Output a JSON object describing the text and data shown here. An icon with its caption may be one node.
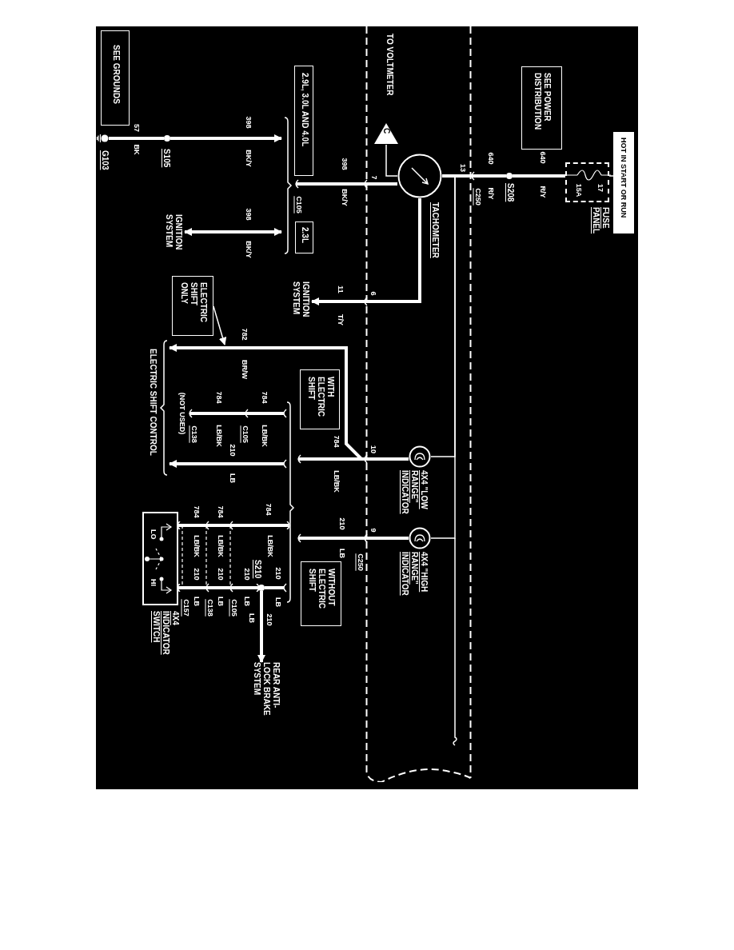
{
  "diagram": {
    "nodes": [
      {
        "text": [
          "HOT IN START OR RUN"
        ]
      },
      {
        "text": [
          "FUSE PANEL"
        ]
      },
      {
        "text": [
          "SEE POWER DISTRIBUTION"
        ]
      },
      {
        "text": [
          "S208"
        ]
      },
      {
        "text": [],
        "shape": "box"
      },
      {
        "text": [
          "TACHOMETER"
        ],
        "in": 4
      },
      {
        "text": [
          "C"
        ],
        "beside": [
          "TO VOLTMETER"
        ],
        "in": 4
      },
      {
        "text": [
          "4X4 \"LOW RANGE\" INDICATOR"
        ],
        "in": 4
      },
      {
        "text": [
          "4X4 \"HIGH RANGE\" INDICATOR"
        ],
        "in": 4
      },
      {
        "text": [
          "2.9L, 3.0L AND 4.0L"
        ]
      },
      {
        "text": [
          "2.3L"
        ]
      },
      {
        "text": [
          "S105"
        ]
      },
      {
        "text": [
          "G103"
        ]
      },
      {
        "text": [
          "SEE GROUNDS"
        ]
      },
      {
        "text": [
          "IGNITION SYSTEM"
        ]
      },
      {
        "text": [
          "IGNITION SYSTEM"
        ]
      },
      {
        "text": [
          "ELECTRIC SHIFT ONLY"
        ]
      },
      {
        "text": [
          "WITH ELECTRIC SHIFT"
        ]
      },
      {
        "text": [
          "WITHOUT ELECTRIC SHIFT"
        ]
      },
      {
        "text": [
          "ELECTRIC SHIFT CONTROL"
        ]
      },
      {
        "text": [
          "S210"
        ]
      },
      {
        "text": [
          "REAR ANTI-LOCK BRAKE SYSTEM"
        ]
      },
      {
        "text": [
          "4X4 INDICATOR SWITCH",
          "LO",
          "HI"
        ]
      }
    ],
    "edges": [
      {
        "from": 0,
        "to": 1,
        "arrow": "none"
      },
      {
        "from": 1,
        "to": 3,
        "arrow": "none"
      },
      {
        "from": 3,
        "to": 5,
        "arrow": "none"
      },
      {
        "from": 3,
        "to": 7,
        "arrow": "none"
      },
      {
        "from": 3,
        "to": 8,
        "arrow": "none"
      },
      {
        "from": 6,
        "to": 5,
        "arrow": "none"
      },
      {
        "from": 5,
        "to": 15,
        "arrow": "to"
      },
      {
        "from": 5,
        "to": 9,
        "arrow": "none"
      },
      {
        "from": 11,
        "to": 9,
        "arrow": "to"
      },
      {
        "from": 10,
        "to": 14,
        "arrow": "both"
      },
      {
        "from": 11,
        "to": 12,
        "arrow": "none"
      },
      {
        "from": 7,
        "to": 19,
        "arrow": "to"
      },
      {
        "from": 7,
        "to": null,
        "arrow": "none"
      },
      {
        "from": 8,
        "to": null,
        "arrow": "none"
      },
      {
        "from": 16,
        "to": null,
        "arrow": "to"
      },
      {
        "from": null,
        "to": 19,
        "arrow": "to"
      },
      {
        "from": null,
        "to": 22,
        "arrow": "other"
      },
      {
        "from": null,
        "to": 20,
        "arrow": "none"
      },
      {
        "from": 20,
        "to": 22,
        "arrow": "other"
      },
      {
        "from": 20,
        "to": 21,
        "arrow": "to"
      }
    ],
    "labels": [
      "640",
      "R/Y",
      "640",
      "R/Y",
      "C250",
      "13",
      "7",
      "6",
      "10",
      "9",
      "C250",
      "398",
      "BK/Y",
      "C105",
      "398",
      "BK/Y",
      "398",
      "BK/Y",
      "57",
      "BK",
      "11",
      "T/Y",
      "782",
      "BR/W",
      "784",
      "LB/BK",
      "784",
      "LB/BK",
      "784",
      "LB/BK",
      "C105",
      "C138",
      "(NOT USED)",
      "210",
      "LB",
      "210",
      "LB",
      "784",
      "LB/BK",
      "784",
      "LB/BK",
      "784",
      "LB/BK",
      "210",
      "LB",
      "210",
      "LB",
      "210",
      "LB",
      "210",
      "LB",
      "C105",
      "C138",
      "C157",
      "210",
      "LB",
      "17",
      "15A"
    ]
  }
}
